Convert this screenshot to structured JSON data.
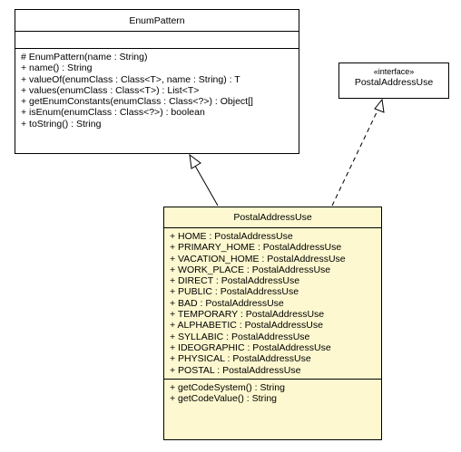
{
  "enum_pattern": {
    "name": "EnumPattern",
    "operations": [
      "# EnumPattern(name : String)",
      "+ name() : String",
      "+ valueOf(enumClass : Class<T>, name : String) : T",
      "+ values(enumClass : Class<T>) : List<T>",
      "+ getEnumConstants(enumClass : Class<?>) : Object[]",
      "+ isEnum(enumClass : Class<?>) : boolean",
      "+ toString() : String"
    ]
  },
  "interface": {
    "stereotype": "«interface»",
    "name": "PostalAddressUse"
  },
  "postal_address_use": {
    "name": "PostalAddressUse",
    "attributes": [
      "+ HOME : PostalAddressUse",
      "+ PRIMARY_HOME : PostalAddressUse",
      "+ VACATION_HOME : PostalAddressUse",
      "+ WORK_PLACE : PostalAddressUse",
      "+ DIRECT : PostalAddressUse",
      "+ PUBLIC : PostalAddressUse",
      "+ BAD : PostalAddressUse",
      "+ TEMPORARY : PostalAddressUse",
      "+ ALPHABETIC : PostalAddressUse",
      "+ SYLLABIC : PostalAddressUse",
      "+ IDEOGRAPHIC : PostalAddressUse",
      "+ PHYSICAL : PostalAddressUse",
      "+ POSTAL : PostalAddressUse"
    ],
    "operations": [
      "+ getCodeSystem() : String",
      "+ getCodeValue() : String"
    ]
  },
  "colors": {
    "class_fill": "#fdf8cf",
    "line": "#000000"
  }
}
